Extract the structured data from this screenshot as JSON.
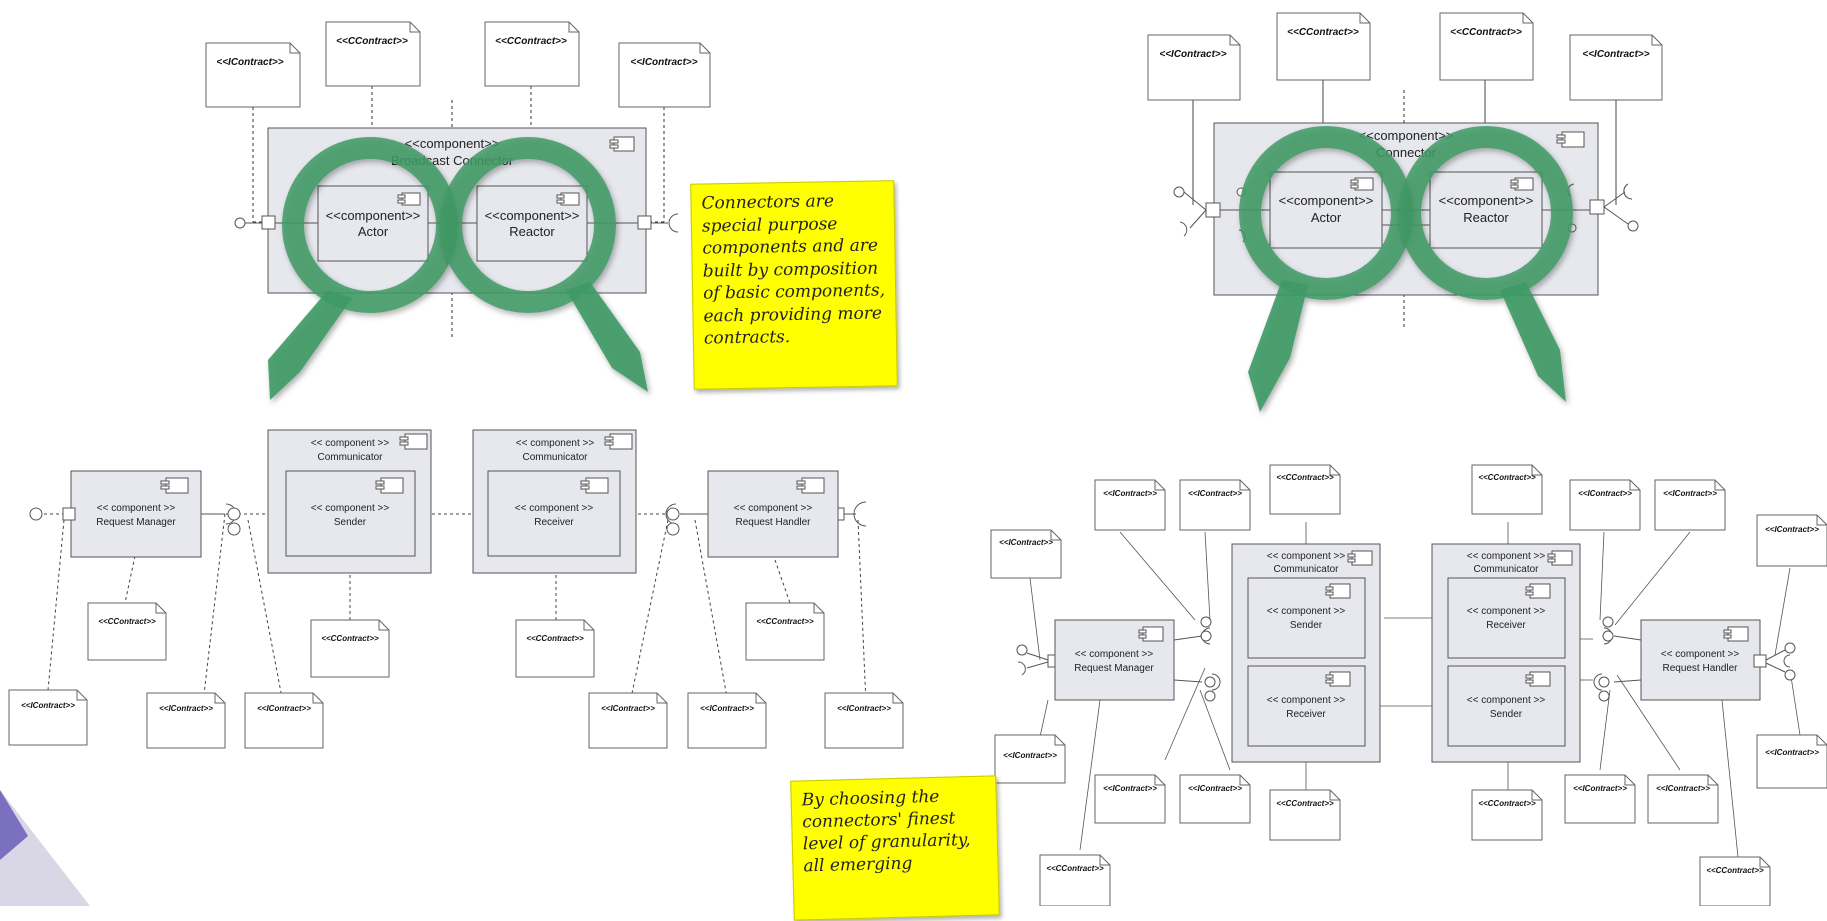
{
  "stereotypes": {
    "icontract": "<<IContract>>",
    "ccontract": "<<CContract>>",
    "component": "<<component>>",
    "component_spaced": "<< component >>"
  },
  "top_left": {
    "connector_stereo": "<<component>>",
    "connector_name": "Broadcast Connector",
    "actor": "Actor",
    "reactor": "Reactor"
  },
  "top_right": {
    "connector_stereo": "<<component>>",
    "connector_name": "Connector",
    "actor": "Actor",
    "reactor": "Reactor"
  },
  "middle": {
    "request_manager": "Request Manager",
    "communicator": "Communicator",
    "sender": "Sender",
    "receiver": "Receiver",
    "request_handler": "Request Handler"
  },
  "bottom_right": {
    "request_manager": "Request Manager",
    "communicator": "Communicator",
    "sender": "Sender",
    "receiver": "Receiver",
    "request_handler": "Request Handler"
  },
  "notes": {
    "note1": "Connectors are special purpose components and are built by composition of basic components, each providing more contracts.",
    "note2": "By choosing the connectors' finest level of granularity, all emerging"
  },
  "colors": {
    "component_fill": "#e6e8ee",
    "magnifier_green": "#3f9a65",
    "sticky": "#ffff00",
    "corner_purple": "#7b6fbf"
  }
}
